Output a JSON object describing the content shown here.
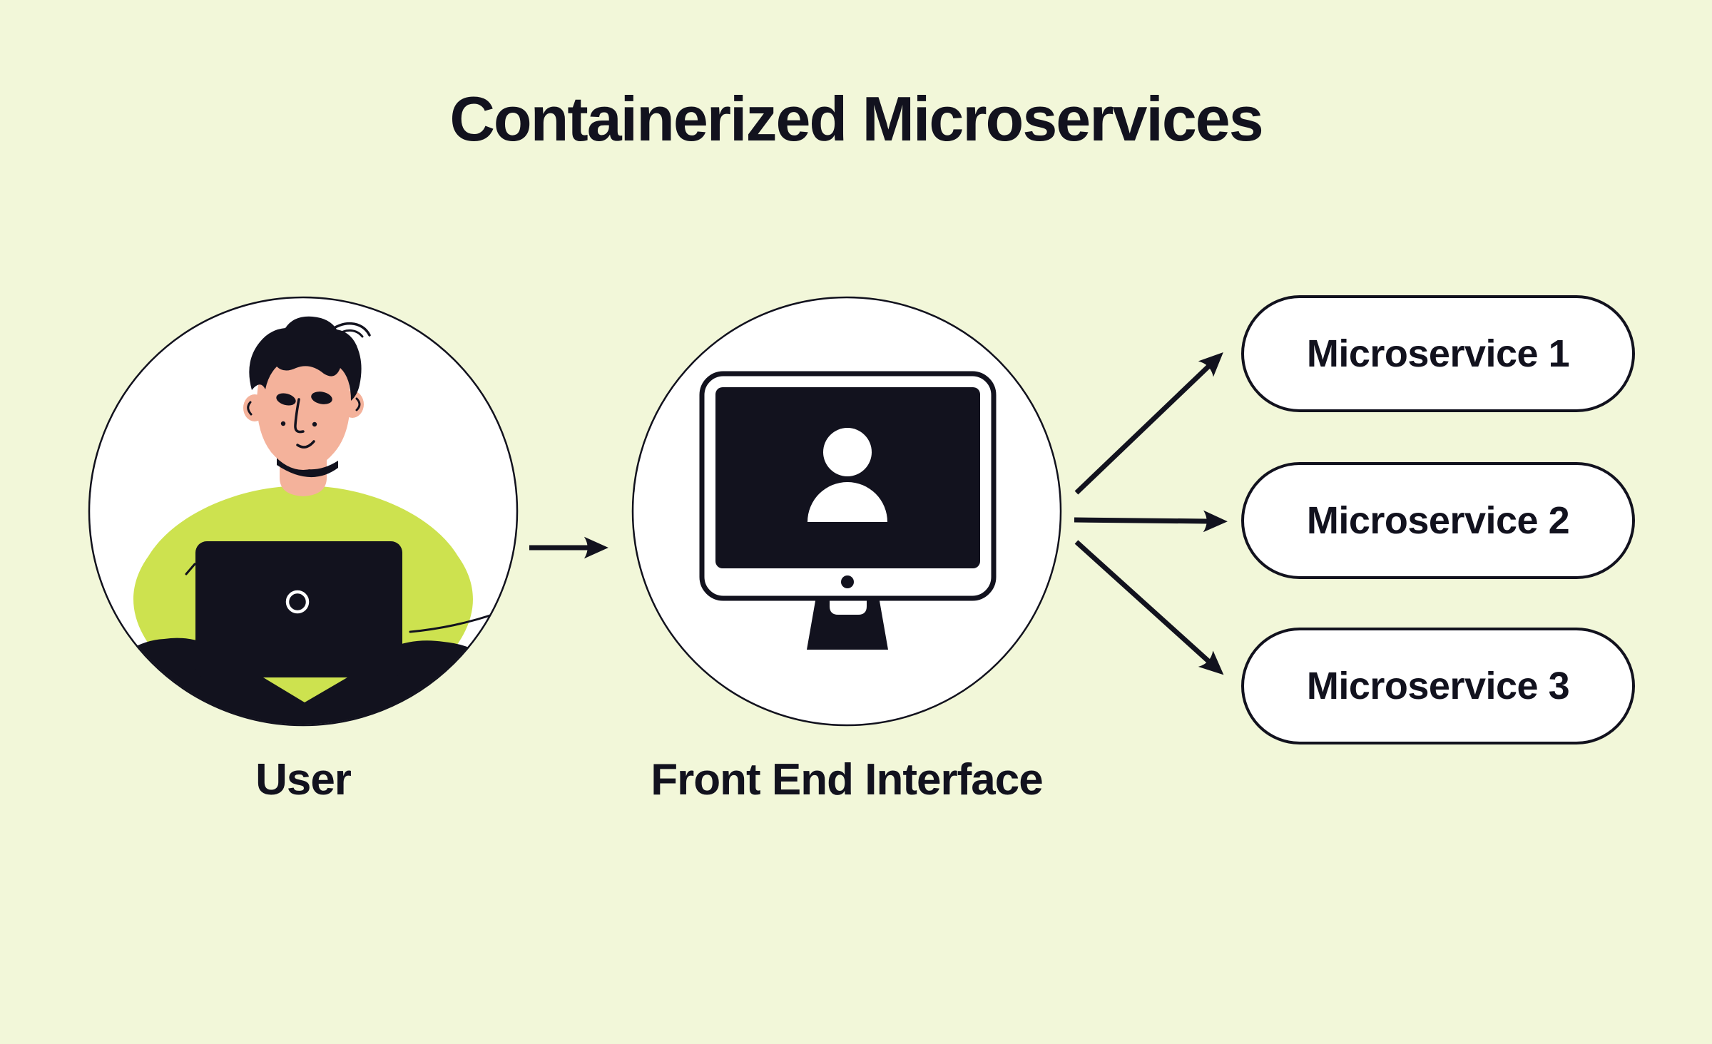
{
  "title": "Containerized Microservices",
  "colors": {
    "background": "#f2f7d9",
    "ink": "#12121e",
    "lime": "#cde24f",
    "skin": "#f4b29b",
    "node_fill": "#ffffff"
  },
  "nodes": {
    "user": {
      "label": "User",
      "icon": "person-with-laptop-illustration"
    },
    "frontend": {
      "label": "Front End Interface",
      "icon": "monitor-with-user-icon"
    }
  },
  "microservices": [
    {
      "label": "Microservice 1"
    },
    {
      "label": "Microservice 2"
    },
    {
      "label": "Microservice 3"
    }
  ],
  "connectors": [
    {
      "from": "user",
      "to": "frontend"
    },
    {
      "from": "frontend",
      "to": "microservice-1"
    },
    {
      "from": "frontend",
      "to": "microservice-2"
    },
    {
      "from": "frontend",
      "to": "microservice-3"
    }
  ]
}
